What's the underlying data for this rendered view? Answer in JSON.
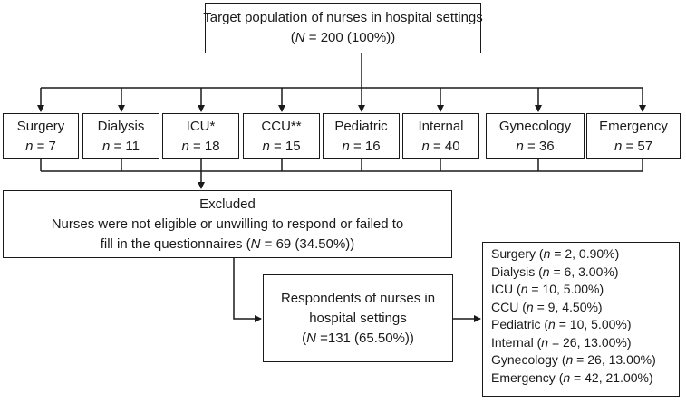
{
  "target": {
    "line1": "Target population of nurses in hospital settings",
    "n_symbol": "N",
    "n_text": " = 200 (100%))",
    "open_paren": "("
  },
  "departments": [
    {
      "name": "Surgery",
      "n_symbol": "n",
      "n_text": " = 7"
    },
    {
      "name": "Dialysis",
      "n_symbol": "n",
      "n_text": " = 11"
    },
    {
      "name": "ICU*",
      "n_symbol": "n",
      "n_text": " = 18"
    },
    {
      "name": "CCU**",
      "n_symbol": "n",
      "n_text": " = 15"
    },
    {
      "name": "Pediatric",
      "n_symbol": "n",
      "n_text": " = 16"
    },
    {
      "name": "Internal",
      "n_symbol": "n",
      "n_text": " = 40"
    },
    {
      "name": "Gynecology",
      "n_symbol": "n",
      "n_text": " = 36"
    },
    {
      "name": "Emergency",
      "n_symbol": "n",
      "n_text": " = 57"
    }
  ],
  "excluded": {
    "title": "Excluded",
    "line2": "Nurses were not eligible or unwilling to respond or failed to",
    "line3_pre": "fill in the questionnaires (",
    "n_symbol": "N",
    "line3_post": " = 69 (34.50%))"
  },
  "respondents": {
    "line1": "Respondents of nurses in",
    "line2": "hospital settings",
    "open_paren": "(",
    "n_symbol": "N",
    "n_text": " =131 (65.50%))"
  },
  "breakdown": [
    {
      "name": "Surgery",
      "n_symbol": "n",
      "rest": ", 0.90%)",
      "val": " = 2"
    },
    {
      "name": "Dialysis",
      "n_symbol": "n",
      "rest": ", 3.00%)",
      "val": " = 6"
    },
    {
      "name": "ICU",
      "n_symbol": "n",
      "rest": ", 5.00%)",
      "val": " = 10"
    },
    {
      "name": "CCU",
      "n_symbol": "n",
      "rest": ", 4.50%)",
      "val": " = 9"
    },
    {
      "name": "Pediatric",
      "n_symbol": "n",
      "rest": ", 5.00%)",
      "val": " = 10"
    },
    {
      "name": "Internal",
      "n_symbol": "n",
      "rest": ", 13.00%)",
      "val": " = 26"
    },
    {
      "name": "Gynecology",
      "n_symbol": "n",
      "rest": ", 13.00%)",
      "val": " = 26"
    },
    {
      "name": "Emergency",
      "n_symbol": "n",
      "rest": ", 21.00%)",
      "val": " = 42"
    }
  ],
  "colors": {
    "line": "#1a1a1a",
    "background": "#ffffff"
  }
}
